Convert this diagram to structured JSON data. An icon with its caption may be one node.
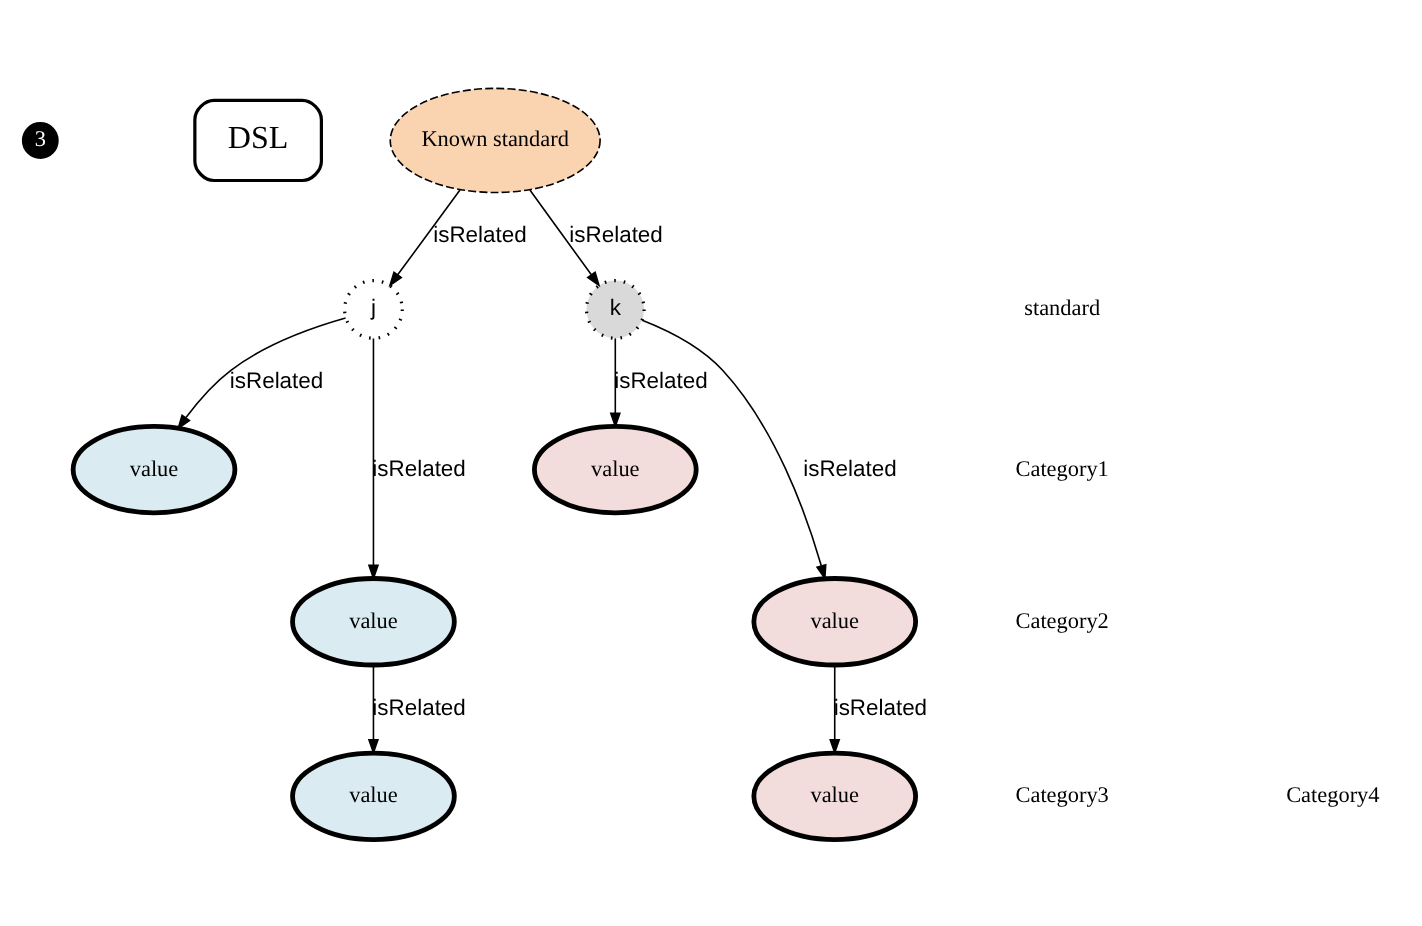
{
  "diagram": {
    "nodes": [
      {
        "text": [
          "3"
        ]
      },
      {
        "text": [
          "DSL"
        ]
      },
      {
        "text": [
          "Known standard"
        ]
      },
      {
        "text": [
          "j"
        ]
      },
      {
        "text": [
          "k"
        ]
      },
      {
        "text": [
          "value"
        ]
      },
      {
        "text": [
          "value"
        ]
      },
      {
        "text": [
          "value"
        ]
      },
      {
        "text": [
          "value"
        ]
      },
      {
        "text": [
          "value"
        ]
      },
      {
        "text": [
          "value"
        ]
      }
    ],
    "edges": [
      {
        "from": 2,
        "to": 3,
        "arrow": "to",
        "label": "isRelated"
      },
      {
        "from": 2,
        "to": 4,
        "arrow": "to",
        "label": "isRelated"
      },
      {
        "from": 3,
        "to": 5,
        "arrow": "to",
        "label": "isRelated"
      },
      {
        "from": 3,
        "to": 7,
        "arrow": "to",
        "label": "isRelated"
      },
      {
        "from": 4,
        "to": 6,
        "arrow": "to",
        "label": "isRelated"
      },
      {
        "from": 4,
        "to": 8,
        "arrow": "to",
        "label": "isRelated"
      },
      {
        "from": 7,
        "to": 9,
        "arrow": "to",
        "label": "isRelated"
      },
      {
        "from": 8,
        "to": 10,
        "arrow": "to",
        "label": "isRelated"
      }
    ],
    "labels": [
      "standard",
      "Category1",
      "Category2",
      "Category3",
      "Category4"
    ]
  }
}
